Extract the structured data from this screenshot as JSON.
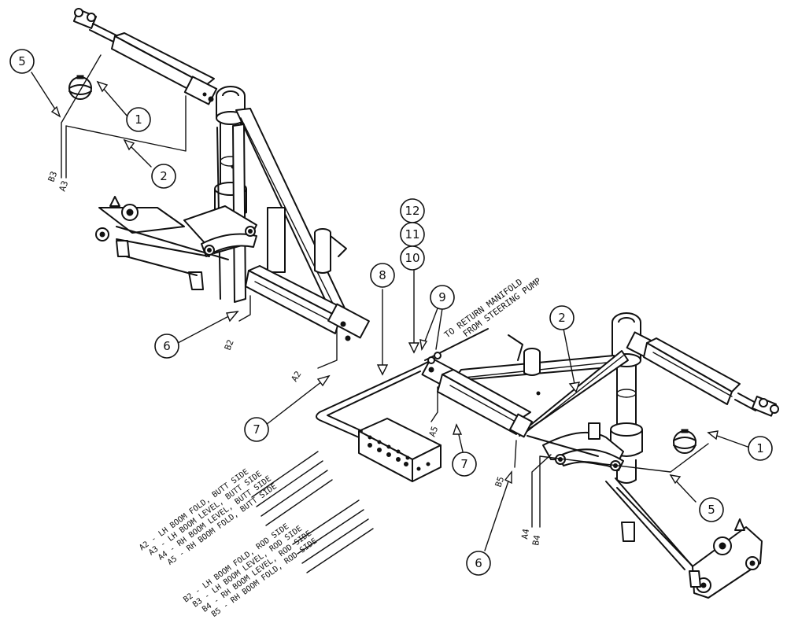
{
  "callouts": [
    "1",
    "2",
    "5",
    "6",
    "7",
    "8",
    "9",
    "10",
    "11",
    "12"
  ],
  "hose_labels": {
    "b3": "B3",
    "a3": "A3",
    "b2": "B2",
    "a2": "A2",
    "a5": "A5",
    "b5": "B5",
    "a4": "A4",
    "b4": "B4"
  },
  "routing_note": {
    "line1": "TO RETURN MANIFOLD",
    "line2": "FROM STEERING PUMP"
  },
  "legend_butt": [
    "A2 - LH BOOM FOLD, BUTT SIDE",
    "A3 - LH BOOM LEVEL, BUTT SIDE",
    "A4 - RH BOOM LEVEL, BUTT SIDE",
    "A5 - RH BOOM FOLD, BUTT SIDE"
  ],
  "legend_rod": [
    "B2 - LH BOOM FOLD, ROD SIDE",
    "B3 - LH BOOM LEVEL, ROD SIDE",
    "B4 - RH BOOM LEVEL, ROD SIDE",
    "B5 - RH BOOM FOLD, ROD SIDE"
  ]
}
